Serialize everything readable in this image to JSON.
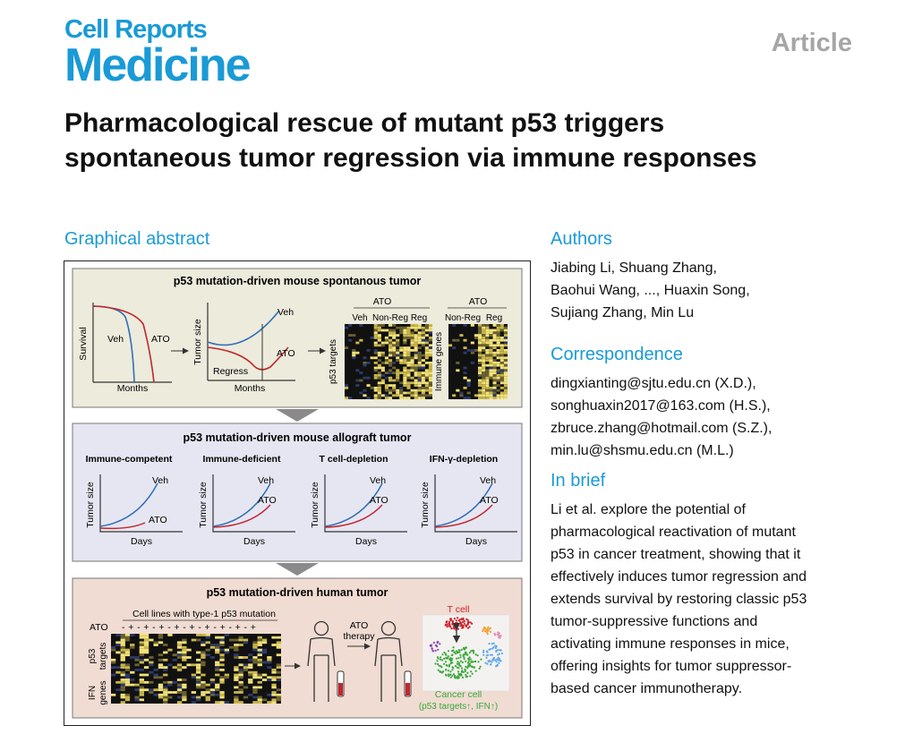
{
  "header": {
    "journal_line1": "Cell Reports",
    "journal_line2": "Medicine",
    "article_type": "Article"
  },
  "paper": {
    "title": "Pharmacological rescue of mutant p53 triggers spontaneous tumor regression via immune responses"
  },
  "graphical_abstract": {
    "heading": "Graphical abstract",
    "panel1": {
      "title": "p53 mutation-driven mouse spontanous tumor",
      "survival_ylabel": "Survival",
      "survival_xlabel": "Months",
      "veh": "Veh",
      "ato": "ATO",
      "tumor_ylabel": "Tumor size",
      "tumor_xlabel": "Months",
      "regress": "Regress",
      "hm_group_ato": "ATO",
      "hm_veh": "Veh",
      "hm_nonreg": "Non-Reg",
      "hm_reg": "Reg",
      "p53_targets": "p53 targets",
      "hm2_group_ato": "ATO",
      "hm2_nonreg": "Non-Reg",
      "hm2_reg": "Reg",
      "immune_genes": "Immune genes"
    },
    "panel2": {
      "title": "p53 mutation-driven mouse allograft tumor",
      "sub1": "Immune-competent",
      "sub2": "Immune-deficient",
      "sub3": "T cell-depletion",
      "sub4": "IFN-γ-depletion",
      "ylabel": "Tumor size",
      "xlabel": "Days",
      "veh": "Veh",
      "ato": "ATO"
    },
    "panel3": {
      "title": "p53 mutation-driven human tumor",
      "cell_lines": "Cell lines with type-1 p53 mutation",
      "ato": "ATO",
      "signs": "- + - + - + - + - + - + - + - + - +",
      "p53_label": "p53",
      "targets_label": "targets",
      "ifn_label": "IFN",
      "genes_label": "genes",
      "therapy_ato": "ATO",
      "therapy": "therapy",
      "t_cell": "T cell",
      "cancer_cell": "Cancer cell",
      "cancer_note": "(p53 targets↑, IFN↑)"
    }
  },
  "authors": {
    "heading": "Authors",
    "lines": [
      "Jiabing Li, Shuang Zhang,",
      "Baohui Wang, ..., Huaxin Song,",
      "Sujiang Zhang, Min Lu"
    ]
  },
  "correspondence": {
    "heading": "Correspondence",
    "lines": [
      "dingxianting@sjtu.edu.cn (X.D.),",
      "songhuaxin2017@163.com (H.S.),",
      "zbruce.zhang@hotmail.com (S.Z.),",
      "min.lu@shsmu.edu.cn (M.L.)"
    ]
  },
  "in_brief": {
    "heading": "In brief",
    "lines": [
      "Li et al. explore the potential of",
      "pharmacological reactivation of mutant",
      "p53 in cancer treatment, showing that it",
      "effectively induces tumor regression and",
      "extends survival by restoring classic p53",
      "tumor-suppressive functions and",
      "activating immune responses in mice,",
      "offering insights for tumor suppressor-",
      "based cancer immunotherapy."
    ]
  },
  "colors": {
    "brand_blue": "#1a9ad6",
    "veh_blue": "#2f6fb7",
    "ato_red": "#c0272d",
    "panel1_bg": "#ecebdc",
    "panel2_bg": "#e6e6f2",
    "panel3_bg": "#f0dcd2"
  }
}
